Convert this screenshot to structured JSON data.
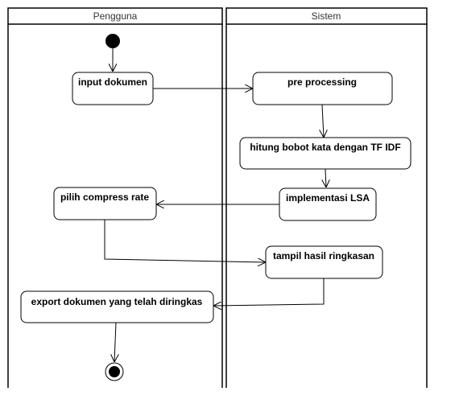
{
  "swimlanes": {
    "user": {
      "title": "Pengguna"
    },
    "system": {
      "title": "Sistem"
    }
  },
  "activities": {
    "input_document": "input dokumen",
    "pre_processing": "pre processing",
    "tfidf_weighting": "hitung bobot kata dengan TF IDF",
    "lsa": "implementasi LSA",
    "compress_rate": "pilih compress rate",
    "show_summary": "tampil hasil ringkasan",
    "export_document": "export dokumen yang telah diringkas"
  },
  "colors": {
    "stroke": "#000000",
    "lane_title_text": "#333333",
    "background": "#ffffff"
  }
}
